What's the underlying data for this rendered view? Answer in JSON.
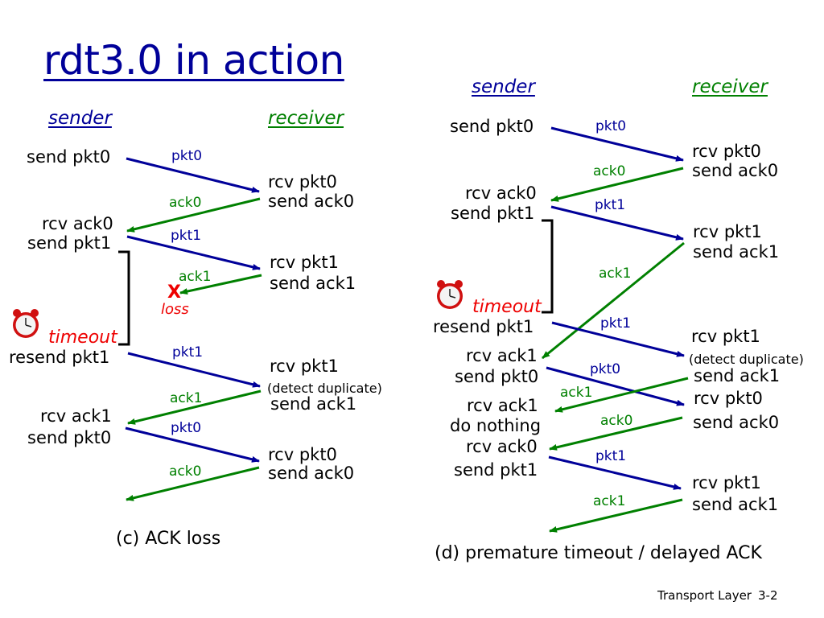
{
  "title": "rdt3.0 in action",
  "colors": {
    "title": "#000099",
    "packet": "#000099",
    "ack": "#008000",
    "alert": "#ee0000"
  },
  "panel_c": {
    "sender_header": "sender",
    "receiver_header": "receiver",
    "sender_events": [
      "send pkt0",
      "rcv ack0",
      "send pkt1",
      "resend pkt1",
      "rcv ack1",
      "send pkt0"
    ],
    "receiver_events": [
      "rcv pkt0",
      "send ack0",
      "rcv pkt1",
      "send ack1",
      "rcv pkt1",
      "(detect duplicate)",
      "send ack1",
      "rcv pkt0",
      "send ack0"
    ],
    "messages": [
      "pkt0",
      "ack0",
      "pkt1",
      "ack1",
      "pkt1",
      "ack1",
      "pkt0",
      "ack0"
    ],
    "loss_mark": "X",
    "loss_label": "loss",
    "timeout_label": "timeout",
    "caption": "(c) ACK loss"
  },
  "panel_d": {
    "sender_header": "sender",
    "receiver_header": "receiver",
    "sender_events": [
      "send pkt0",
      "rcv ack0",
      "send pkt1",
      "resend pkt1",
      "rcv ack1",
      "send pkt0",
      "rcv ack1",
      "do nothing",
      "rcv ack0",
      "send pkt1"
    ],
    "receiver_events": [
      "rcv pkt0",
      "send ack0",
      "rcv pkt1",
      "send ack1",
      "rcv pkt1",
      "(detect duplicate)",
      "send ack1",
      "rcv pkt0",
      "send ack0",
      "rcv pkt1",
      "send ack1"
    ],
    "messages": [
      "pkt0",
      "ack0",
      "pkt1",
      "ack1",
      "pkt1",
      "pkt0",
      "ack1",
      "ack0",
      "pkt1",
      "ack1"
    ],
    "timeout_label": "timeout",
    "caption": "(d) premature timeout / delayed ACK"
  },
  "footer": {
    "text": "Transport Layer",
    "page": "3-2"
  }
}
